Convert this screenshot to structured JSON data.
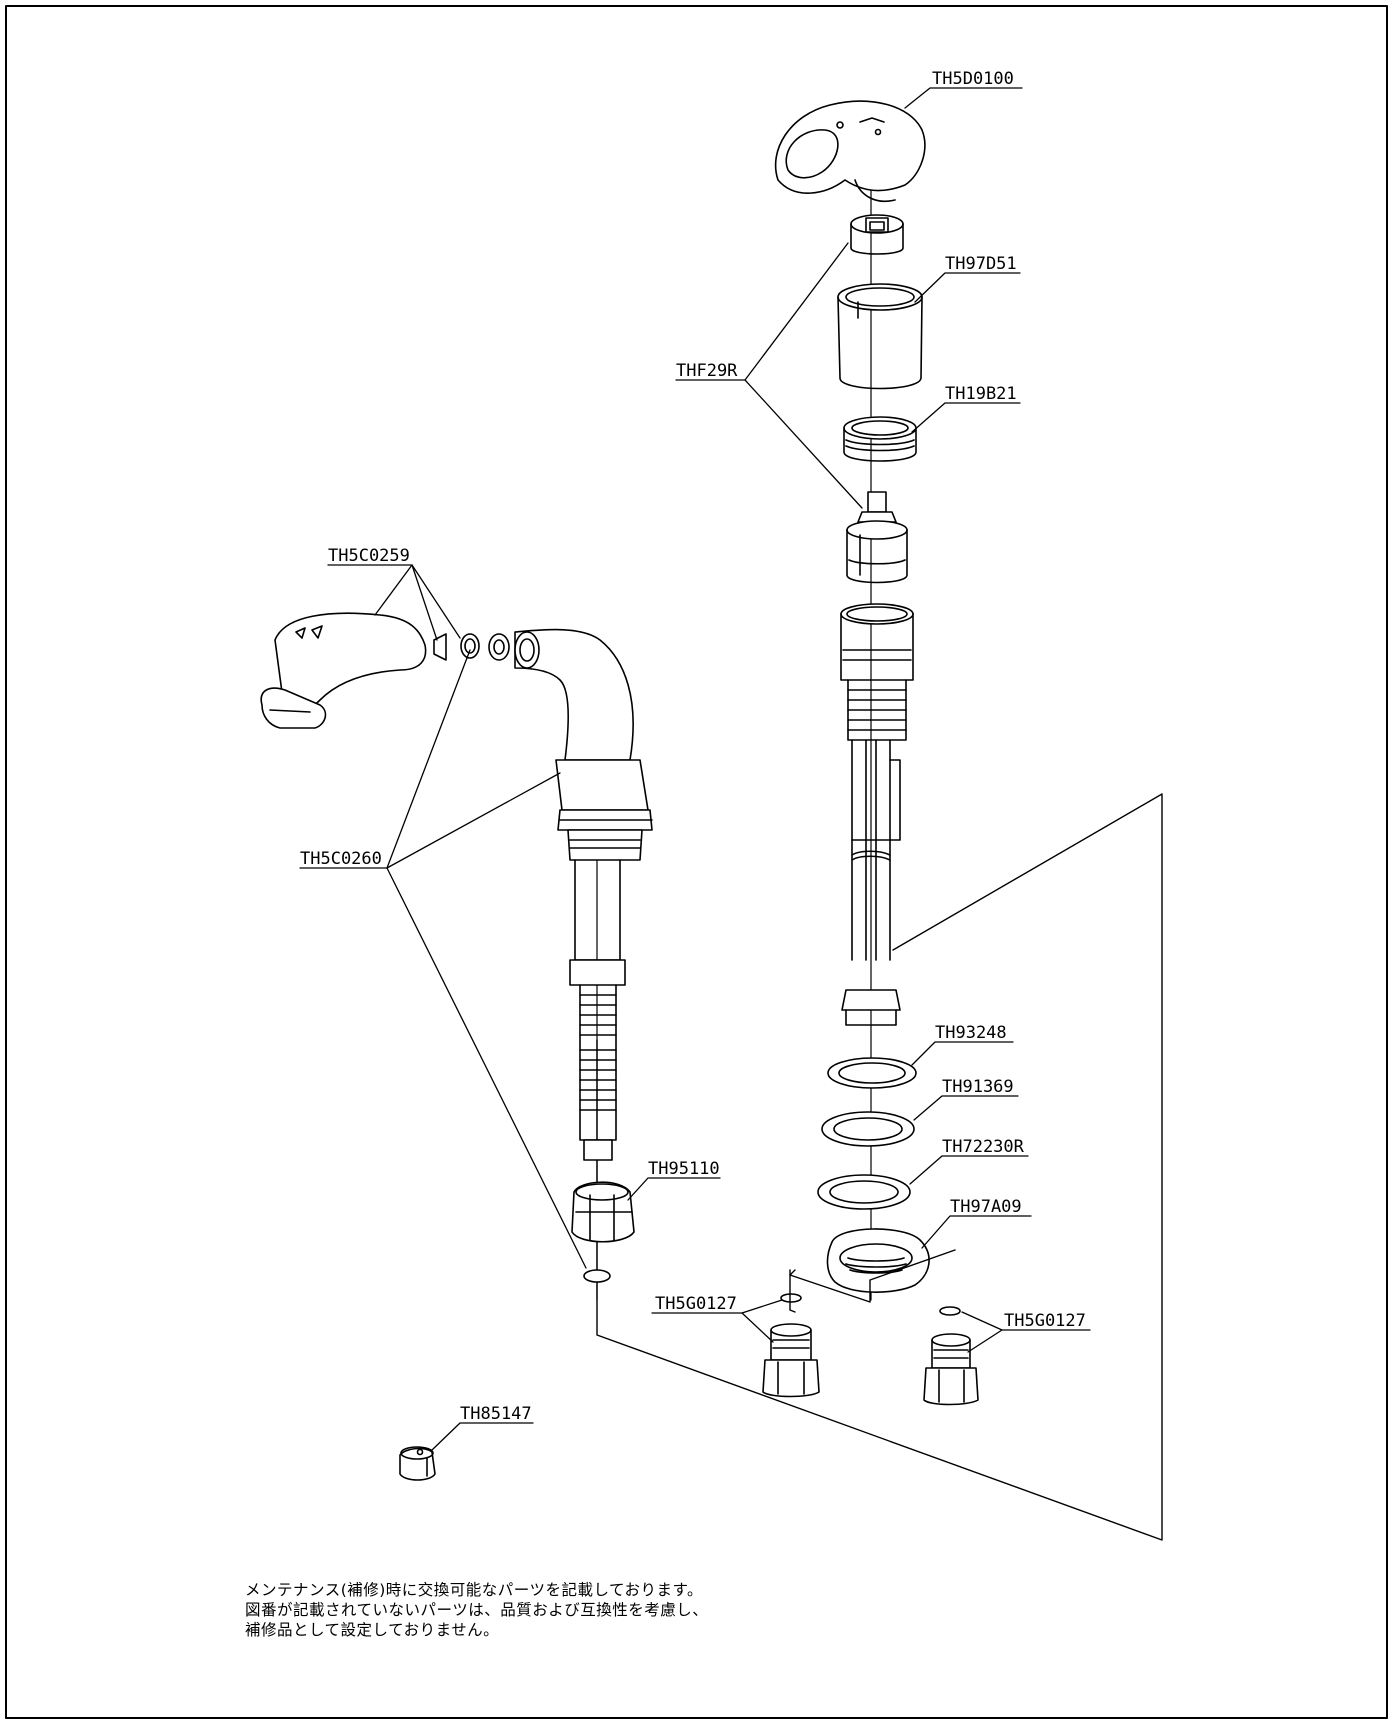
{
  "part_labels": {
    "handle": "TH5D0100",
    "cover": "TH97D51",
    "cartridge": "THF29R",
    "nut": "TH19B21",
    "shower_head": "TH5C0259",
    "spout": "TH5C0260",
    "packing_1": "TH93248",
    "packing_2": "TH91369",
    "packing_3": "TH72230R",
    "mount_nut": "TH97A09",
    "hose_guide": "TH95110",
    "joint_left": "TH5G0127",
    "joint_right": "TH5G0127",
    "weight": "TH85147"
  },
  "note": {
    "lines": [
      "メンテナンス(補修)時に交換可能なパーツを記載しております。",
      "図番が記載されていないパーツは、品質および互換性を考慮し、",
      "補修品として設定しておりません。"
    ]
  }
}
